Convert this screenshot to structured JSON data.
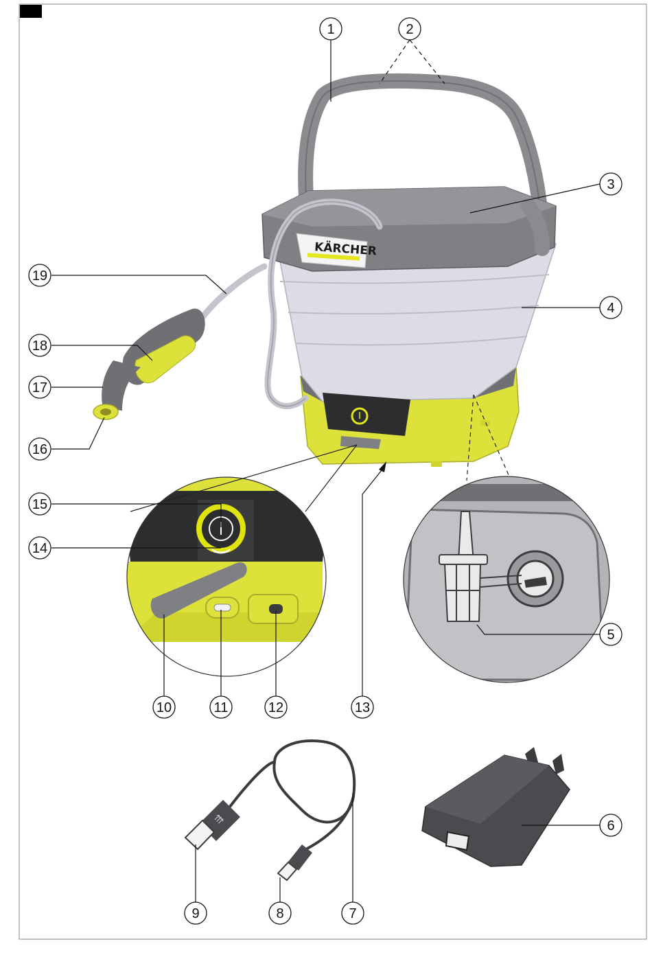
{
  "brand": {
    "logo_text": "KÄRCHER"
  },
  "callouts": [
    {
      "id": "callout-1",
      "number": "1"
    },
    {
      "id": "callout-2",
      "number": "2"
    },
    {
      "id": "callout-3",
      "number": "3"
    },
    {
      "id": "callout-4",
      "number": "4"
    },
    {
      "id": "callout-5",
      "number": "5"
    },
    {
      "id": "callout-6",
      "number": "6"
    },
    {
      "id": "callout-7",
      "number": "7"
    },
    {
      "id": "callout-8",
      "number": "8"
    },
    {
      "id": "callout-9",
      "number": "9"
    },
    {
      "id": "callout-10",
      "number": "10"
    },
    {
      "id": "callout-11",
      "number": "11"
    },
    {
      "id": "callout-12",
      "number": "12"
    },
    {
      "id": "callout-13",
      "number": "13"
    },
    {
      "id": "callout-14",
      "number": "14"
    },
    {
      "id": "callout-15",
      "number": "15"
    },
    {
      "id": "callout-16",
      "number": "16"
    },
    {
      "id": "callout-17",
      "number": "17"
    },
    {
      "id": "callout-18",
      "number": "18"
    },
    {
      "id": "callout-19",
      "number": "19"
    }
  ],
  "colors": {
    "body_yellow": "#dde23a",
    "bucket_light": "#dcdce6",
    "lid_gray": "#7f8084",
    "handle_gray": "#8a8b8e",
    "dark": "#2c2d2f",
    "frame": "#9a9a9a"
  }
}
